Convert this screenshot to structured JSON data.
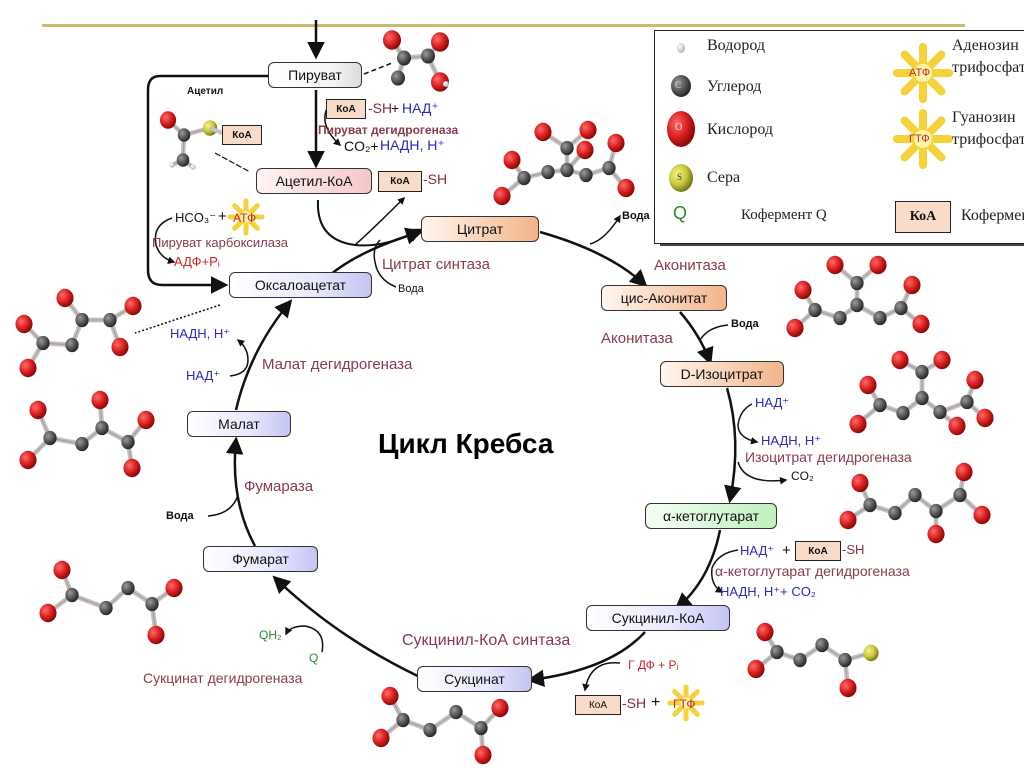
{
  "title": "Цикл  Кребса",
  "colors": {
    "topline": "#cdb96a",
    "enzyme_text": "#8a3a48",
    "cofactor_blue": "#2a2ab8",
    "energy_red": "#c8262a",
    "coenzyme_q_green": "#2a8a2a",
    "oxygen": "#d81e1e",
    "carbon": "#555555",
    "sulfur": "#c8c83a",
    "hydrogen": "#c8d8e8",
    "koa_fill": "#f8dcc9"
  },
  "metabolites": {
    "pyruvate": "Пируват",
    "acetyl_coa": "Ацетил-КоА",
    "citrate": "Цитрат",
    "cis_aconitate": "цис-Аконитат",
    "isocitrate": "D-Изоцитрат",
    "alpha_ketoglutarate": "α-кетоглутарат",
    "succinyl_coa": "Сукцинил-КоА",
    "succinate": "Сукцинат",
    "fumarate": "Фумарат",
    "malate": "Малат",
    "oxaloacetate": "Оксалоацетат"
  },
  "enzymes": {
    "pyruvate_dehydrogenase": "Пируват дегидрогеназа",
    "pyruvate_carboxylase": "Пируват карбоксилаза",
    "citrate_synthase": "Цитрат синтаза",
    "aconitase_1": "Аконитаза",
    "aconitase_2": "Аконитаза",
    "isocitrate_dehydrogenase": "Изоцитрат дегидрогеназа",
    "akg_dehydrogenase": "α-кетоглутарат дегидрогеназа",
    "succinyl_coa_synthase": "Сукцинил-КоА синтаза",
    "succinate_dehydrogenase": "Сукцинат дегидрогеназа",
    "fumarase": "Фумараза",
    "malate_dehydrogenase": "Малат дегидрогеназа"
  },
  "cofactors": {
    "acetyl_label": "Ацетил",
    "koa": "КоА",
    "sh": "-SH",
    "plus": "+",
    "nad": "НАД⁺",
    "nadh": "НАДН, Н⁺",
    "co2_plus": "CO₂+",
    "co2": "CO₂",
    "hco3": "HCO₃⁻",
    "atp": "АТФ",
    "gtp": "ГТФ",
    "adp_pi": "АДФ+Pᵢ",
    "gdp_pi": "Г ДФ + Pᵢ",
    "water": "Вода",
    "q": "Q",
    "qh2": "QH₂",
    "nadh_co2": "НАДН, Н⁺+ CO₂"
  },
  "legend": {
    "hydrogen": "Водород",
    "carbon": "Углерод",
    "oxygen": "Кислород",
    "sulfur": "Сера",
    "coenzyme_q": "Кофермент Q",
    "atp_line1": "Аденозин",
    "atp_line2": "трифосфат",
    "gtp_line1": "Гуанозин",
    "gtp_line2": "трифосфат",
    "koa_label": "Кофермент А",
    "atom_c": "C",
    "atom_o": "O",
    "atom_s": "S",
    "q_symbol": "Q",
    "atp_symbol": "АТФ",
    "gtp_symbol": "ГТФ",
    "koa_symbol": "КоА"
  }
}
